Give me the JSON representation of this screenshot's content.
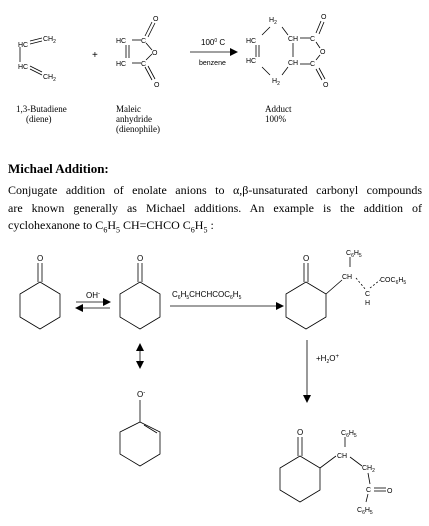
{
  "diels_alder": {
    "butadiene": {
      "atom1": "HC",
      "atom1b": "CH",
      "sub1": "2",
      "atom2": "HC",
      "atom3": "CH",
      "sub3": "2",
      "name": "1,3-Butadiene",
      "role": "(diene)"
    },
    "plus": "+",
    "maleic": {
      "hc1": "HC",
      "hc2": "HC",
      "c1": "C",
      "c2": "C",
      "o1": "O",
      "o2": "O",
      "o3": "O",
      "name": "Maleic",
      "name2": "anhydride",
      "role": "(dienophile)"
    },
    "conditions": {
      "temp_value": "100",
      "temp_sup": "0",
      "temp_unit": "C",
      "solvent": "benzene"
    },
    "adduct": {
      "h2top": "H",
      "h2top_sub": "2",
      "hc1": "HC",
      "hc2": "HC",
      "ch1": "CH",
      "ch2": "CH",
      "c1": "C",
      "c2": "C",
      "o1": "O",
      "o2": "O",
      "o3": "O",
      "h2bot": "H",
      "h2bot_sub": "2",
      "name": "Adduct",
      "yield": "100%"
    }
  },
  "section": {
    "heading": "Michael Addition:",
    "line1": "Conjugate addition of enolate anions to α,β-unsaturated carbonyl compounds",
    "line2": "are known generally as Michael additions. An example is the addition of",
    "line3_a": "cyclohexanone to C",
    "line3_s1": "6",
    "line3_b": "H",
    "line3_s2": "5",
    "line3_c": "CH=CHCO C",
    "line3_s3": "6",
    "line3_d": "H",
    "line3_s4": "5",
    "line3_e": ":"
  },
  "michael": {
    "o_label": "O",
    "reagent_oh": "OH",
    "reagent_oh_sup": "-",
    "enolate_o": "O",
    "enolate_sup": "-",
    "reagent2_a": "C",
    "reagent2_s1": "6",
    "reagent2_b": "H",
    "reagent2_s2": "5",
    "reagent2_c": "CHCHCOC",
    "reagent2_s3": "6",
    "reagent2_d": "H",
    "reagent2_s4": "5",
    "intermediate": {
      "c6h5_a": "C",
      "c6h5_s1": "6",
      "c6h5_b": "H",
      "c6h5_s2": "5",
      "ch": "CH",
      "coc6h5_a": "COC",
      "coc6h5_s1": "6",
      "coc6h5_b": "H",
      "coc6h5_s2": "5",
      "c": "C",
      "h": "H"
    },
    "protonation": {
      "a": "+H",
      "s1": "2",
      "b": "O",
      "sup": "+"
    },
    "product": {
      "c6h5_a": "C",
      "c6h5_s1": "6",
      "c6h5_b": "H",
      "c6h5_s2": "5",
      "ch": "CH",
      "ch2_a": "CH",
      "ch2_s": "2",
      "c": "C",
      "o": "O",
      "bot_a": "C",
      "bot_s1": "6",
      "bot_b": "H",
      "bot_s2": "5"
    }
  }
}
